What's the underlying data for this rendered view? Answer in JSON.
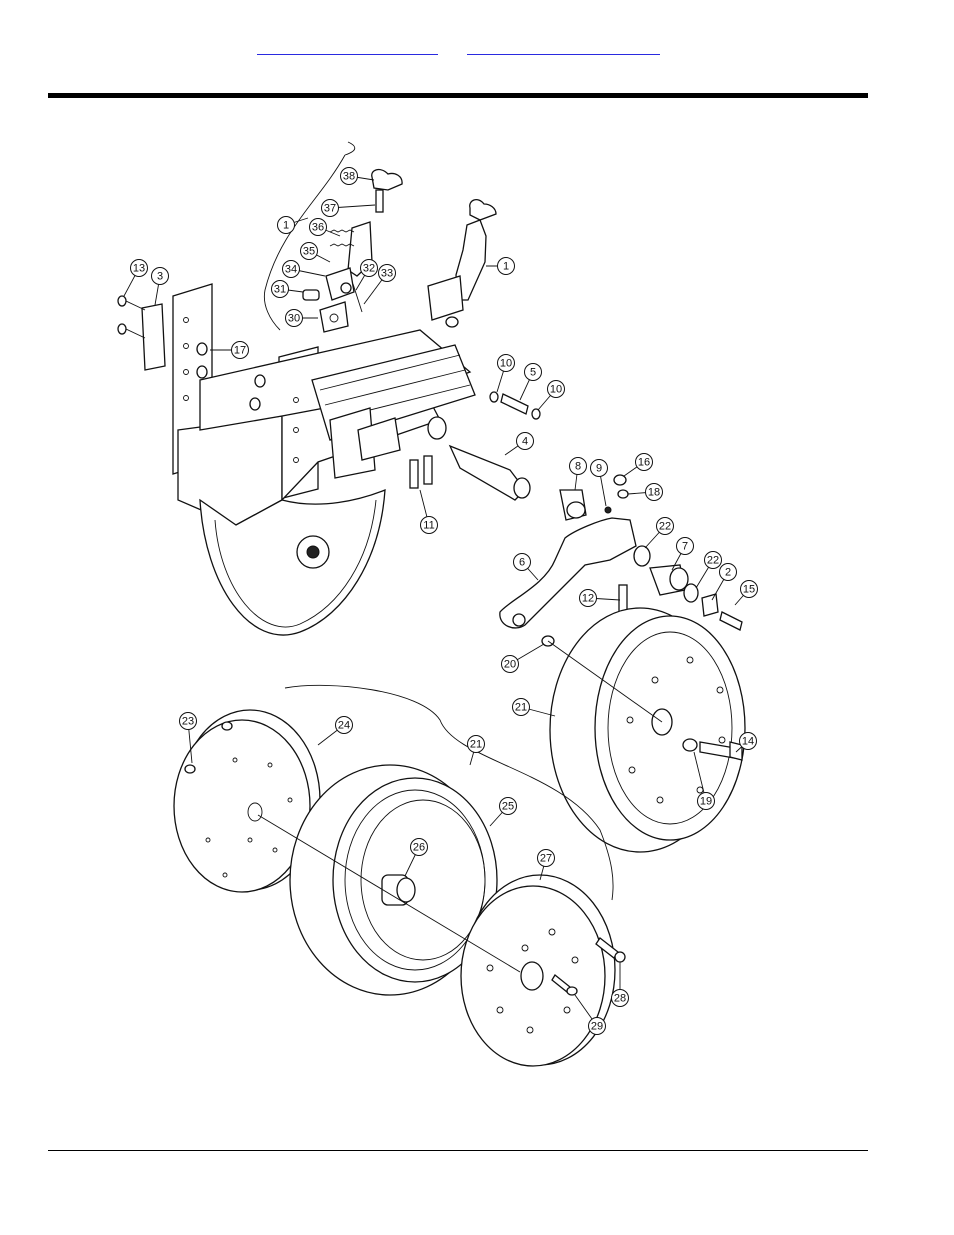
{
  "header": {
    "link_left": "",
    "link_right": ""
  },
  "diagram": {
    "callouts": [
      "1",
      "1",
      "2",
      "3",
      "4",
      "5",
      "6",
      "7",
      "8",
      "9",
      "10",
      "10",
      "11",
      "12",
      "13",
      "14",
      "15",
      "16",
      "17",
      "18",
      "19",
      "20",
      "21",
      "21",
      "22",
      "22",
      "23",
      "24",
      "25",
      "26",
      "27",
      "28",
      "29",
      "30",
      "31",
      "32",
      "33",
      "34",
      "35",
      "36",
      "37",
      "38"
    ]
  }
}
